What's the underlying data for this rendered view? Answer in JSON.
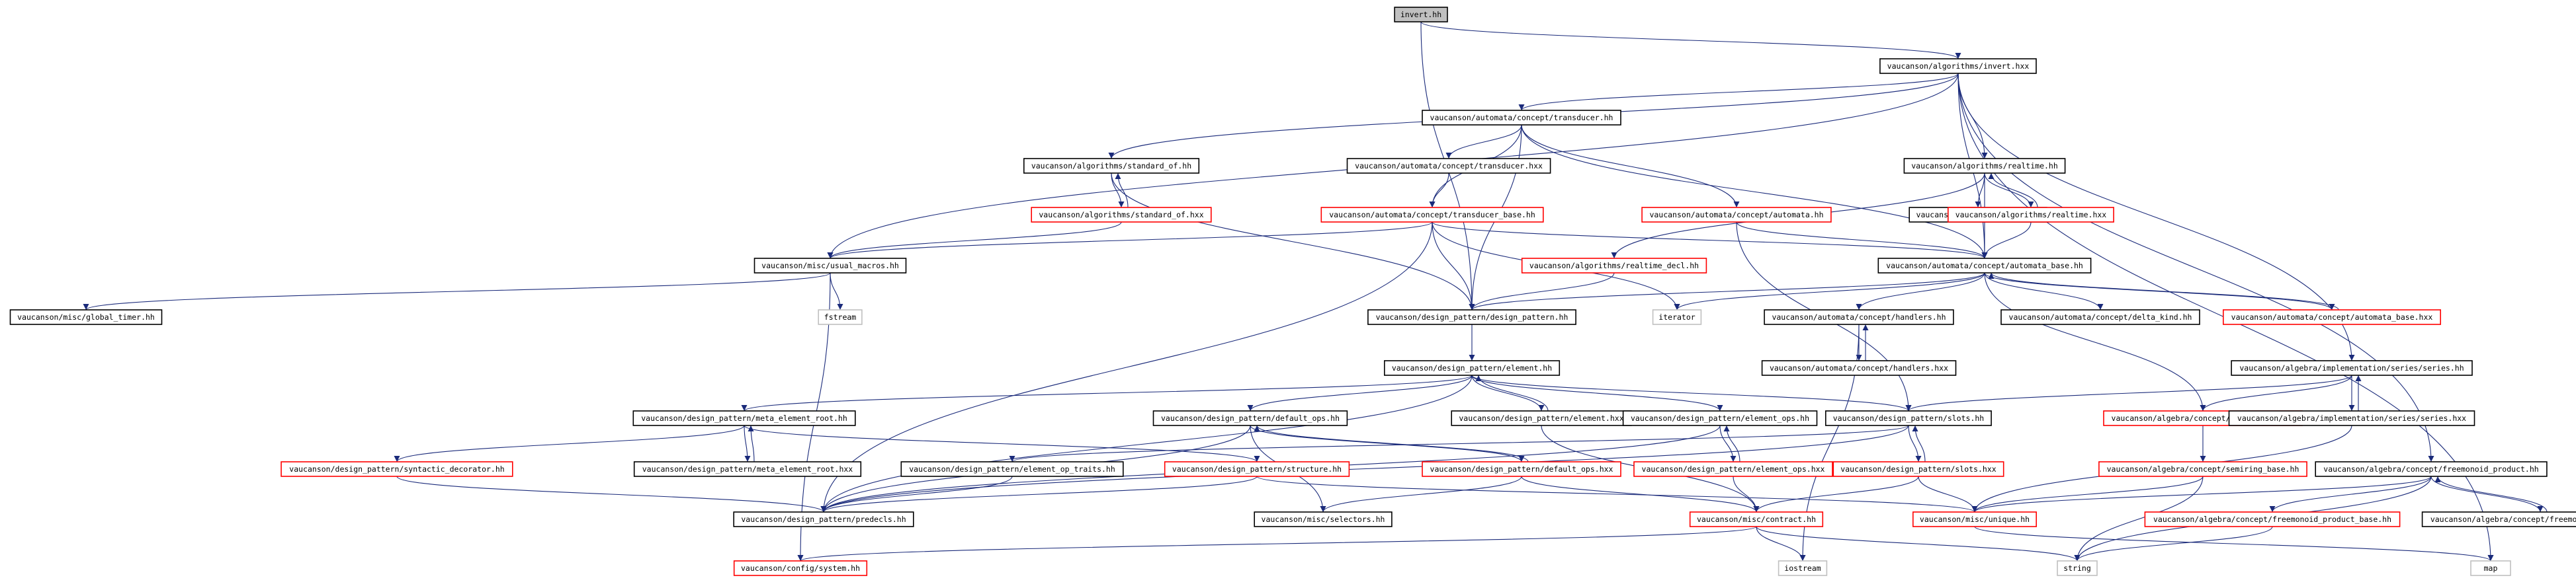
{
  "colors": {
    "edge": "#1a2a7a",
    "border_documented": "#000000",
    "border_undocumented": "#ff0000",
    "border_external": "#c0c0c0",
    "root_fill": "#c0c0c0",
    "node_fill": "#ffffff"
  },
  "nodes": [
    {
      "id": "n1",
      "label": "invert.hh",
      "kind": "root"
    },
    {
      "id": "n2",
      "label": "vaucanson/algorithms/invert.hxx",
      "kind": "doc"
    },
    {
      "id": "n3",
      "label": "vaucanson/automata/concept/transducer.hh",
      "kind": "doc"
    },
    {
      "id": "n4",
      "label": "vaucanson/algorithms/standard_of.hh",
      "kind": "doc"
    },
    {
      "id": "n5",
      "label": "vaucanson/automata/concept/transducer.hxx",
      "kind": "doc"
    },
    {
      "id": "n6",
      "label": "vaucanson/algorithms/realtime.hh",
      "kind": "doc"
    },
    {
      "id": "n7",
      "label": "vaucanson/algorithms/standard_of.hxx",
      "kind": "undoc"
    },
    {
      "id": "n8",
      "label": "vaucanson/automata/concept/transducer_base.hh",
      "kind": "undoc"
    },
    {
      "id": "n9",
      "label": "vaucanson/automata/concept/automata.hh",
      "kind": "undoc"
    },
    {
      "id": "n10",
      "label": "vaucanson/misc/direction.hh",
      "kind": "doc"
    },
    {
      "id": "n11",
      "label": "vaucanson/algorithms/realtime.hxx",
      "kind": "undoc"
    },
    {
      "id": "n12",
      "label": "vaucanson/misc/usual_macros.hh",
      "kind": "doc"
    },
    {
      "id": "n13",
      "label": "vaucanson/algorithms/realtime_decl.hh",
      "kind": "undoc"
    },
    {
      "id": "n14",
      "label": "vaucanson/automata/concept/automata_base.hh",
      "kind": "doc"
    },
    {
      "id": "n15",
      "label": "vaucanson/misc/global_timer.hh",
      "kind": "doc"
    },
    {
      "id": "n16",
      "label": "fstream",
      "kind": "ext"
    },
    {
      "id": "n17",
      "label": "vaucanson/design_pattern/design_pattern.hh",
      "kind": "doc"
    },
    {
      "id": "n18",
      "label": "iterator",
      "kind": "ext"
    },
    {
      "id": "n19",
      "label": "vaucanson/automata/concept/handlers.hh",
      "kind": "doc"
    },
    {
      "id": "n20",
      "label": "vaucanson/automata/concept/delta_kind.hh",
      "kind": "doc"
    },
    {
      "id": "n21",
      "label": "vaucanson/automata/concept/automata_base.hxx",
      "kind": "undoc"
    },
    {
      "id": "n22",
      "label": "vaucanson/automata/concept/handlers.hxx",
      "kind": "doc"
    },
    {
      "id": "n23",
      "label": "vaucanson/design_pattern/element.hh",
      "kind": "doc"
    },
    {
      "id": "n24",
      "label": "vaucanson/algebra/implementation/series/series.hh",
      "kind": "doc"
    },
    {
      "id": "n25",
      "label": "vaucanson/design_pattern/meta_element_root.hh",
      "kind": "doc"
    },
    {
      "id": "n26",
      "label": "vaucanson/design_pattern/default_ops.hh",
      "kind": "doc"
    },
    {
      "id": "n27",
      "label": "vaucanson/design_pattern/element.hxx",
      "kind": "doc"
    },
    {
      "id": "n28",
      "label": "vaucanson/design_pattern/element_ops.hh",
      "kind": "doc"
    },
    {
      "id": "n29",
      "label": "vaucanson/design_pattern/slots.hh",
      "kind": "doc"
    },
    {
      "id": "n30",
      "label": "vaucanson/algebra/concept/series_base.hh",
      "kind": "undoc"
    },
    {
      "id": "n31",
      "label": "vaucanson/algebra/implementation/series/series.hxx",
      "kind": "doc"
    },
    {
      "id": "n32",
      "label": "vaucanson/design_pattern/syntactic_decorator.hh",
      "kind": "undoc"
    },
    {
      "id": "n33",
      "label": "vaucanson/design_pattern/meta_element_root.hxx",
      "kind": "doc"
    },
    {
      "id": "n34",
      "label": "vaucanson/design_pattern/element_op_traits.hh",
      "kind": "doc"
    },
    {
      "id": "n35",
      "label": "vaucanson/design_pattern/structure.hh",
      "kind": "undoc"
    },
    {
      "id": "n36",
      "label": "vaucanson/design_pattern/default_ops.hxx",
      "kind": "undoc"
    },
    {
      "id": "n37",
      "label": "vaucanson/design_pattern/element_ops.hxx",
      "kind": "undoc"
    },
    {
      "id": "n38",
      "label": "vaucanson/design_pattern/slots.hxx",
      "kind": "undoc"
    },
    {
      "id": "n39",
      "label": "vaucanson/algebra/concept/semiring_base.hh",
      "kind": "undoc"
    },
    {
      "id": "n40",
      "label": "vaucanson/algebra/concept/freemonoid_product.hh",
      "kind": "doc"
    },
    {
      "id": "n41",
      "label": "vaucanson/design_pattern/predecls.hh",
      "kind": "doc"
    },
    {
      "id": "n42",
      "label": "vaucanson/misc/selectors.hh",
      "kind": "doc"
    },
    {
      "id": "n43",
      "label": "vaucanson/misc/contract.hh",
      "kind": "undoc"
    },
    {
      "id": "n44",
      "label": "vaucanson/misc/unique.hh",
      "kind": "undoc"
    },
    {
      "id": "n45",
      "label": "vaucanson/algebra/concept/freemonoid_product_base.hh",
      "kind": "undoc"
    },
    {
      "id": "n46",
      "label": "vaucanson/algebra/concept/freemonoid_product.hxx",
      "kind": "doc"
    },
    {
      "id": "n47",
      "label": "vaucanson/config/system.hh",
      "kind": "undoc"
    },
    {
      "id": "n48",
      "label": "iostream",
      "kind": "ext"
    },
    {
      "id": "n49",
      "label": "string",
      "kind": "ext"
    },
    {
      "id": "n50",
      "label": "map",
      "kind": "ext"
    }
  ],
  "edges": [
    [
      "n1",
      "n2"
    ],
    [
      "n1",
      "n17"
    ],
    [
      "n2",
      "n3"
    ],
    [
      "n2",
      "n4"
    ],
    [
      "n2",
      "n6"
    ],
    [
      "n2",
      "n12"
    ],
    [
      "n2",
      "n14"
    ],
    [
      "n2",
      "n24"
    ],
    [
      "n2",
      "n40"
    ],
    [
      "n2",
      "n50"
    ],
    [
      "n3",
      "n5"
    ],
    [
      "n3",
      "n8"
    ],
    [
      "n3",
      "n9"
    ],
    [
      "n3",
      "n14"
    ],
    [
      "n3",
      "n17"
    ],
    [
      "n4",
      "n7"
    ],
    [
      "n4",
      "n17"
    ],
    [
      "n5",
      "n8"
    ],
    [
      "n6",
      "n10"
    ],
    [
      "n6",
      "n11"
    ],
    [
      "n6",
      "n13"
    ],
    [
      "n6",
      "n14"
    ],
    [
      "n7",
      "n4"
    ],
    [
      "n7",
      "n12"
    ],
    [
      "n8",
      "n12"
    ],
    [
      "n8",
      "n14"
    ],
    [
      "n8",
      "n17"
    ],
    [
      "n8",
      "n18"
    ],
    [
      "n8",
      "n41"
    ],
    [
      "n9",
      "n14"
    ],
    [
      "n9",
      "n29"
    ],
    [
      "n11",
      "n6"
    ],
    [
      "n11",
      "n14"
    ],
    [
      "n12",
      "n15"
    ],
    [
      "n12",
      "n16"
    ],
    [
      "n12",
      "n47"
    ],
    [
      "n13",
      "n17"
    ],
    [
      "n14",
      "n17"
    ],
    [
      "n14",
      "n18"
    ],
    [
      "n14",
      "n19"
    ],
    [
      "n14",
      "n20"
    ],
    [
      "n14",
      "n21"
    ],
    [
      "n14",
      "n30"
    ],
    [
      "n17",
      "n23"
    ],
    [
      "n19",
      "n22"
    ],
    [
      "n19",
      "n48"
    ],
    [
      "n21",
      "n14"
    ],
    [
      "n22",
      "n19"
    ],
    [
      "n23",
      "n25"
    ],
    [
      "n23",
      "n26"
    ],
    [
      "n23",
      "n27"
    ],
    [
      "n23",
      "n28"
    ],
    [
      "n23",
      "n29"
    ],
    [
      "n23",
      "n41"
    ],
    [
      "n24",
      "n29"
    ],
    [
      "n24",
      "n30"
    ],
    [
      "n24",
      "n31"
    ],
    [
      "n25",
      "n32"
    ],
    [
      "n25",
      "n33"
    ],
    [
      "n25",
      "n35"
    ],
    [
      "n26",
      "n36"
    ],
    [
      "n26",
      "n41"
    ],
    [
      "n26",
      "n42"
    ],
    [
      "n27",
      "n23"
    ],
    [
      "n27",
      "n43"
    ],
    [
      "n28",
      "n37"
    ],
    [
      "n28",
      "n41"
    ],
    [
      "n29",
      "n34"
    ],
    [
      "n29",
      "n38"
    ],
    [
      "n29",
      "n41"
    ],
    [
      "n30",
      "n39"
    ],
    [
      "n31",
      "n24"
    ],
    [
      "n31",
      "n44"
    ],
    [
      "n32",
      "n41"
    ],
    [
      "n33",
      "n25"
    ],
    [
      "n34",
      "n41"
    ],
    [
      "n35",
      "n41"
    ],
    [
      "n35",
      "n44"
    ],
    [
      "n36",
      "n26"
    ],
    [
      "n36",
      "n42"
    ],
    [
      "n36",
      "n43"
    ],
    [
      "n37",
      "n28"
    ],
    [
      "n37",
      "n43"
    ],
    [
      "n38",
      "n29"
    ],
    [
      "n38",
      "n43"
    ],
    [
      "n38",
      "n44"
    ],
    [
      "n39",
      "n44"
    ],
    [
      "n39",
      "n49"
    ],
    [
      "n40",
      "n44"
    ],
    [
      "n40",
      "n45"
    ],
    [
      "n40",
      "n46"
    ],
    [
      "n40",
      "n49"
    ],
    [
      "n43",
      "n47"
    ],
    [
      "n43",
      "n48"
    ],
    [
      "n43",
      "n49"
    ],
    [
      "n44",
      "n50"
    ],
    [
      "n45",
      "n49"
    ],
    [
      "n46",
      "n40"
    ]
  ]
}
